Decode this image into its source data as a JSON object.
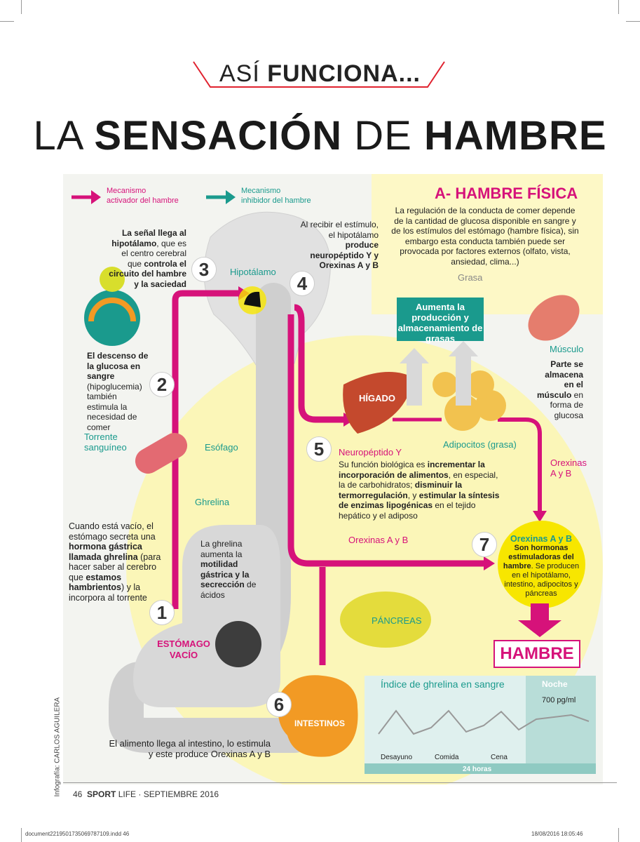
{
  "kicker": {
    "thin": "ASÍ ",
    "bold": "FUNCIONA..."
  },
  "title": {
    "part1": "LA ",
    "part2": "SENSACIÓN",
    "part3": " DE ",
    "part4": "HAMBRE"
  },
  "legend": {
    "activator": {
      "line1": "Mecanismo",
      "line2": "activador del hambre"
    },
    "inhibitor": {
      "line1": "Mecanismo",
      "line2": "inhibidor del hambre"
    }
  },
  "section_a": {
    "title": "A- HAMBRE FÍSICA",
    "text": "La regulación de la conducta de comer depende de la cantidad de glucosa disponible en sangre y de los estímulos del estómago (hambre física), sin embargo esta conducta también puede ser provocada por factores externos (olfato, vista, ansiedad, clima...)"
  },
  "step3_text": {
    "b1": "La señal llega al hipotálamo",
    "n1": ", que es el centro cerebral que ",
    "b2": "controla el circuito del hambre y la saciedad"
  },
  "step4_text": {
    "n1": "Al recibir el estímulo, el hipotálamo ",
    "b1": "produce neuropéptido Y y Orexinas A y B"
  },
  "step2_text": {
    "b1": "El descenso de la glucosa en sangre",
    "n1": " (hipoglucemia) también estimula la necesidad de comer"
  },
  "step1_text": {
    "n1": "Cuando está vacío, el estómago secreta una ",
    "b1": "hormona gástrica llamada ghrelina",
    "n2": " (para hacer saber al cerebro que ",
    "b2": "estamos hambrientos",
    "n3": ") y la incorpora al torrente"
  },
  "ghrelina_text": {
    "n1": "La ghrelina aumenta la ",
    "b1": "motilidad gástrica y la secrección",
    "n2": " de ácidos"
  },
  "step5_text": {
    "n1": "Su función biológica es ",
    "b1": "incrementar la incorporación de alimentos",
    "n2": ", en especial, la de carbohidratos; ",
    "b2": "disminuir la termorregulación",
    "n3": ", y ",
    "b3": "estimular la síntesis de enzimas lipogénicas",
    "n4": " en el tejido hepático y el adiposo"
  },
  "step6_text": "El alimento llega al intestino, lo estimula y este produce Orexinas A y B",
  "step7_text": {
    "t": "Orexinas A y B",
    "b1": "Son hormonas estimuladoras del hambre",
    "n1": ". Se producen en el hipotálamo, intestino, adipocitos y páncreas"
  },
  "musculo_text": {
    "b1": "Parte se almacena en el músculo",
    "n1": " en forma de glucosa"
  },
  "labels": {
    "hipotalamo": "Hipotálamo",
    "torrente": "Torrente sanguíneo",
    "esofago": "Esófago",
    "ghrelina": "Ghrelina",
    "estomago": "ESTÓMAGO VACÍO",
    "higado": "HÍGADO",
    "neuropeptido": "Neuropéptido Y",
    "adipocitos": "Adipocitos (grasa)",
    "grasa": "Grasa",
    "musculo": "Músculo",
    "orexinas1": "Orexinas A y B",
    "orexinas2": "Orexinas A y B",
    "pancreas": "PÁNCREAS",
    "intestinos": "INTESTINOS",
    "aumenta_box": "Aumenta la producción y almacenamiento de grasas",
    "hambre": "HAMBRE"
  },
  "steps": [
    "1",
    "2",
    "3",
    "4",
    "5",
    "6",
    "7"
  ],
  "ghrelin_chart": {
    "title": "Índice de ghrelina en sangre",
    "noche": "Noche",
    "unit_label": "700 pg/ml",
    "meals": [
      "Desayuno",
      "Comida",
      "Cena"
    ],
    "bottom_label": "24 horas"
  },
  "chart_data": {
    "type": "line",
    "title": "Índice de ghrelina en sangre",
    "xlabel": "24 horas",
    "ylabel": "",
    "annotations": [
      "Desayuno",
      "Comida",
      "Cena",
      "Noche",
      "700 pg/ml"
    ],
    "series": [
      {
        "values": [
          0.35,
          0.9,
          0.35,
          0.5,
          0.9,
          0.4,
          0.55,
          0.88,
          0.45,
          0.7,
          0.75,
          0.8,
          0.65
        ]
      }
    ]
  },
  "credit": "Infografía: CARLOS AGUILERA",
  "footer": {
    "page": "46",
    "brand": "SPORT",
    "rest": " LIFE · SEPTIEMBRE 2016"
  },
  "slug": {
    "file": "document2219501735069787109.indd   46",
    "date": "18/08/2016   18:05:46"
  },
  "colors": {
    "pink": "#d6127a",
    "teal": "#1a9a8d",
    "yellow": "#f7e600",
    "red": "#e0222f"
  }
}
